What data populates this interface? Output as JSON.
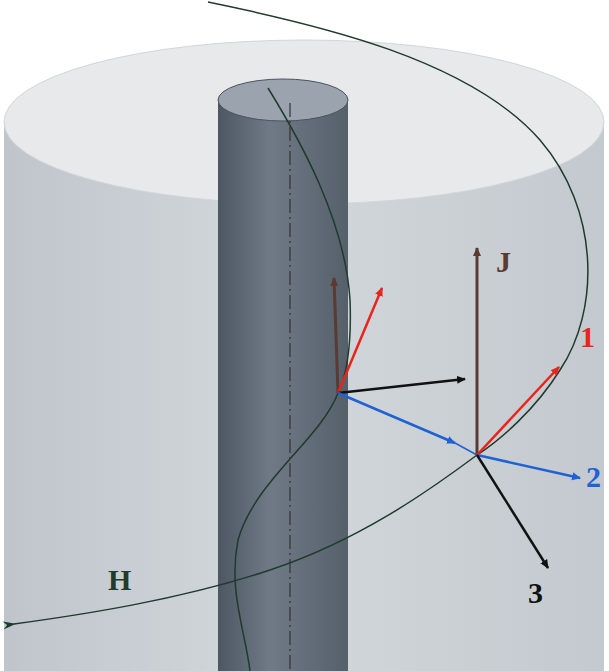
{
  "diagram": {
    "labels": [
      "J",
      "1",
      "2",
      "3",
      "H"
    ]
  }
}
